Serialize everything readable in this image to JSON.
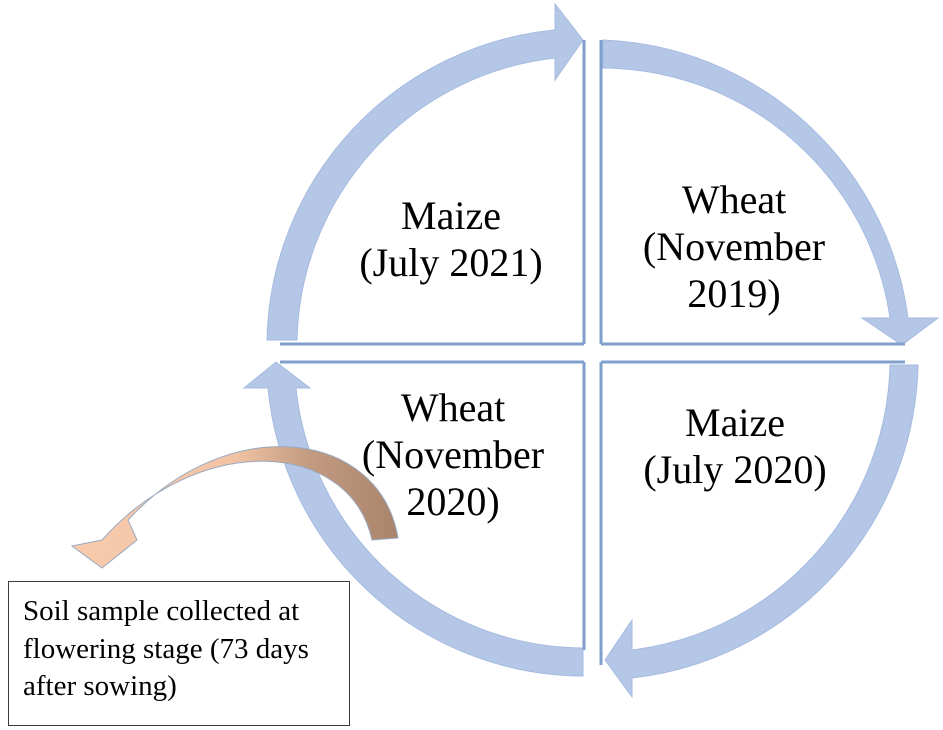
{
  "colors": {
    "cycle_arrow": "#b4c7e7",
    "cycle_arrow_outline": "#a6bbe0",
    "divider": "#7f9fcc",
    "sample_arrow_light": "#f8cbad",
    "sample_arrow_dark": "#b08b73",
    "note_border": "#3a3a3a"
  },
  "quadrants": {
    "top_left": {
      "crop": "Maize",
      "date": "(July 2021)"
    },
    "top_right": {
      "crop": "Wheat",
      "date_line1": "(November",
      "date_line2": "2019)"
    },
    "bottom_left": {
      "crop": "Wheat",
      "date_line1": "(November",
      "date_line2": "2020)"
    },
    "bottom_right": {
      "crop": "Maize",
      "date": "(July 2020)"
    }
  },
  "note": {
    "text": "Soil sample collected at flowering stage (73 days after sowing)"
  },
  "icons": {
    "cycle": [
      "curved-arrow-icon",
      "curved-arrow-icon",
      "curved-arrow-icon",
      "curved-arrow-icon"
    ],
    "sample": "curved-arrow-icon"
  }
}
